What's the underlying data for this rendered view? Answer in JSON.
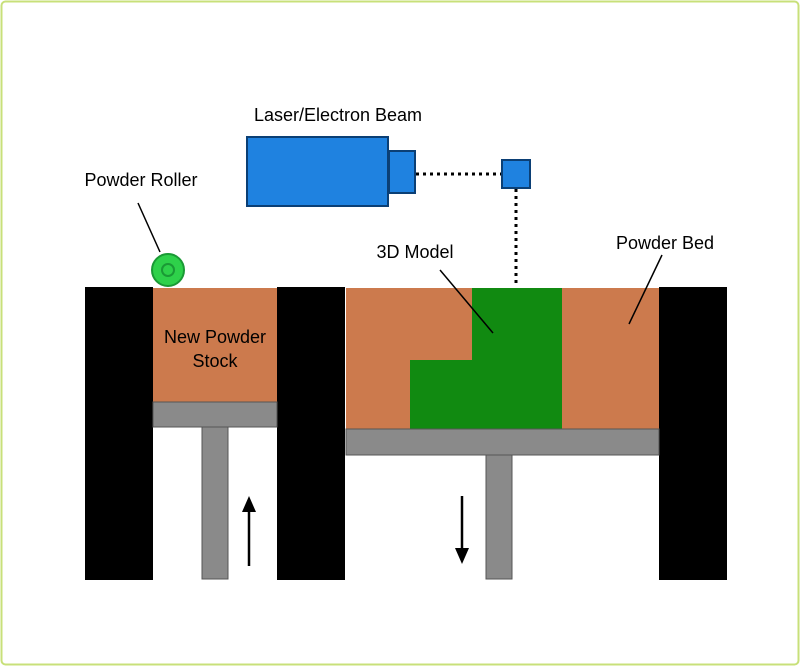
{
  "title": "",
  "labels": {
    "laser": "Laser/Electron Beam",
    "roller": "Powder Roller",
    "model": "3D Model",
    "bed": "Powder Bed",
    "stock_line1": "New Powder",
    "stock_line2": "Stock"
  },
  "arrows": {
    "stock_piston": "up",
    "build_piston": "down"
  },
  "colors": {
    "frame_border": "#c8e07a",
    "wall": "#000000",
    "powder": "#cc7a4d",
    "model": "#118a11",
    "laser_body": "#1f82e0",
    "roller": "#2ed14a",
    "platform": "#8a8a8a",
    "beam_line": "#000000"
  }
}
